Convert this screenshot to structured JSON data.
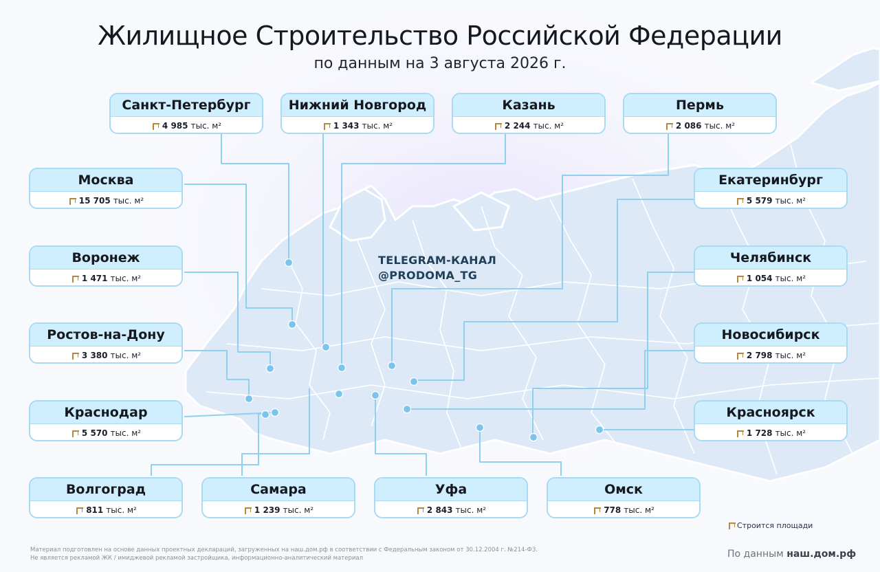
{
  "title": "Жилищное Строительство Российской Федерации",
  "subtitle": "по данным на 3 августа 2026 г.",
  "watermark": {
    "line1": "TELEGRAM-КАНАЛ",
    "line2": "@PRODOMA_TG"
  },
  "unit": "тыс. м²",
  "cities": [
    {
      "name": "Санкт-Петербург",
      "value": "4 985"
    },
    {
      "name": "Нижний Новгород",
      "value": "1 343"
    },
    {
      "name": "Казань",
      "value": "2 244"
    },
    {
      "name": "Пермь",
      "value": "2 086"
    },
    {
      "name": "Москва",
      "value": "15 705"
    },
    {
      "name": "Екатеринбург",
      "value": "5 579"
    },
    {
      "name": "Воронеж",
      "value": "1 471"
    },
    {
      "name": "Челябинск",
      "value": "1 054"
    },
    {
      "name": "Ростов-на-Дону",
      "value": "3 380"
    },
    {
      "name": "Новосибирск",
      "value": "2 798"
    },
    {
      "name": "Краснодар",
      "value": "5 570"
    },
    {
      "name": "Красноярск",
      "value": "1 728"
    },
    {
      "name": "Волгоград",
      "value": "811"
    },
    {
      "name": "Самара",
      "value": "1 239"
    },
    {
      "name": "Уфа",
      "value": "2 843"
    },
    {
      "name": "Омск",
      "value": "778"
    }
  ],
  "legend": {
    "label": "Строится площади",
    "icon": "crane-icon"
  },
  "footnote": {
    "line1": "Материал подготовлен на основе данных проектных деклараций, загруженных на наш.дом.рф в соответствии с Федеральным законом от 30.12.2004 г. №214-ФЗ.",
    "line2": "Не является рекламой ЖК / имиджевой рекламой застройщика, информационно-аналитический материал"
  },
  "source": {
    "prefix": "По данным",
    "name": "наш.дом.рф"
  },
  "colors": {
    "accent": "#a9daf3",
    "card_header": "#cfeefe",
    "land": "#dde9f6",
    "border": "#ffffff",
    "line": "#8fd0ef",
    "dot": "#7cc4ec",
    "crane": "#b48a3a"
  }
}
